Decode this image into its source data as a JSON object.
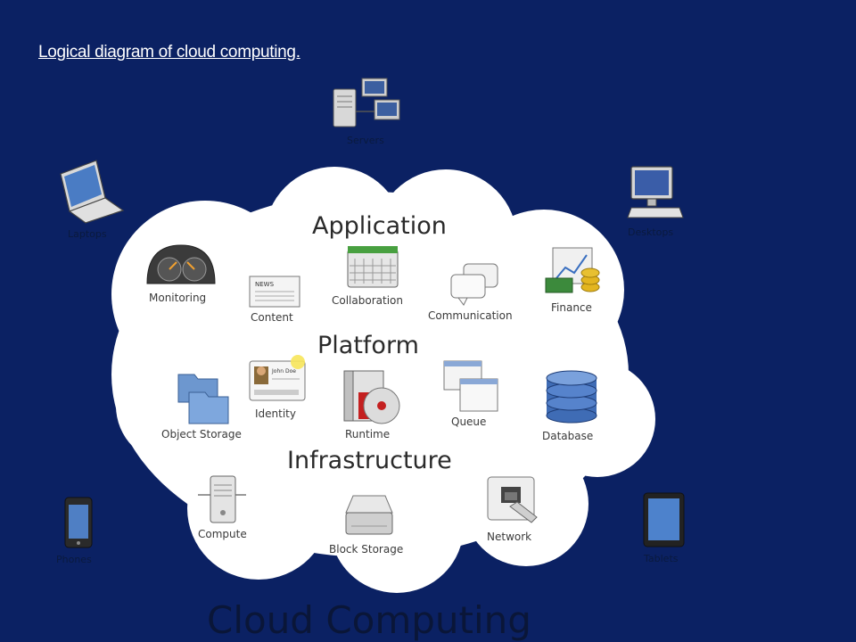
{
  "slide": {
    "title": "Logical diagram of  cloud  computing."
  },
  "diagram": {
    "footer_title": "Cloud Computing",
    "sections": {
      "application": "Application",
      "platform": "Platform",
      "infrastructure": "Infrastructure"
    },
    "clients": {
      "servers": "Servers",
      "laptops": "Laptops",
      "desktops": "Desktops",
      "phones": "Phones",
      "tablets": "Tablets"
    },
    "application_items": {
      "monitoring": "Monitoring",
      "content": "Content",
      "collaboration": "Collaboration",
      "communication": "Communication",
      "finance": "Finance"
    },
    "platform_items": {
      "object_storage": "Object Storage",
      "identity": "Identity",
      "runtime": "Runtime",
      "queue": "Queue",
      "database": "Database"
    },
    "infrastructure_items": {
      "compute": "Compute",
      "block_storage": "Block Storage",
      "network": "Network"
    },
    "icon_text": {
      "news": "NEWS",
      "john_doe": "John Doe"
    }
  }
}
